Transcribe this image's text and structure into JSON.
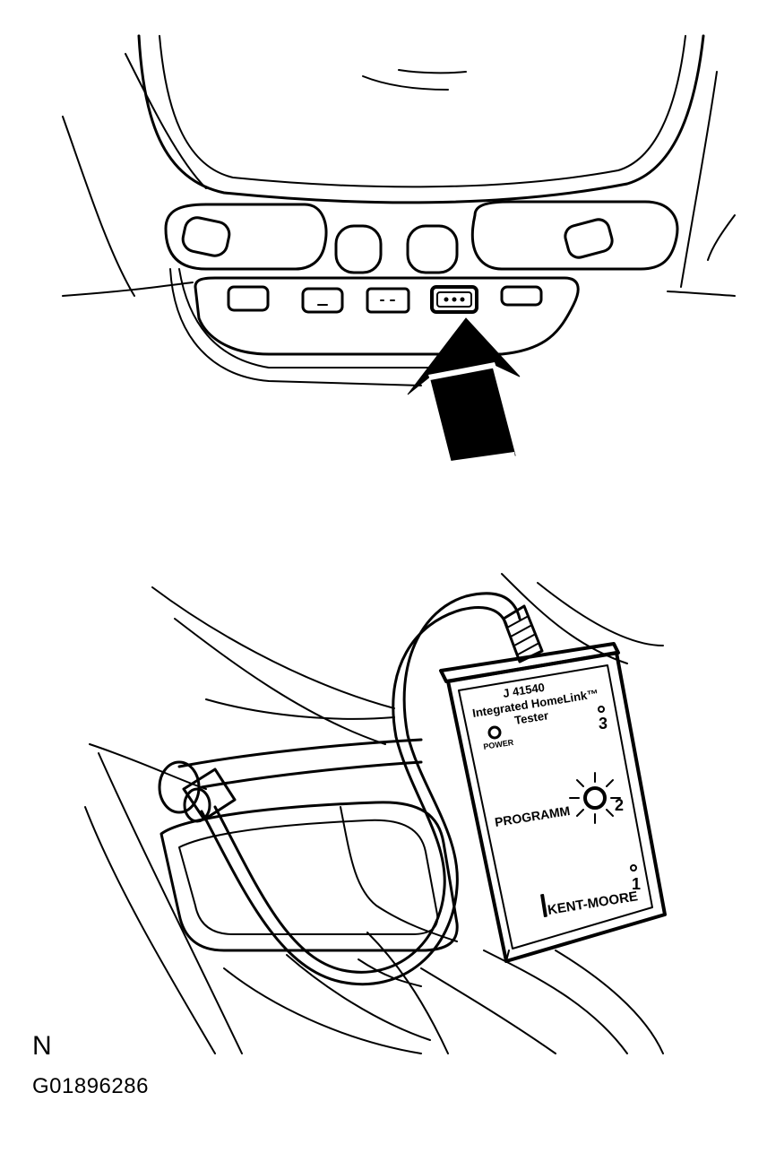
{
  "view_letter": "N",
  "figure_id": "G01896286",
  "tester": {
    "model": "J 41540",
    "line1": "Integrated HomeLink™",
    "line2": "Tester",
    "power_label": "POWER",
    "program_label": "PROGRAMM",
    "button_3": "3",
    "button_2": "2",
    "button_1": "1",
    "brand": "KENT-MOORE"
  }
}
